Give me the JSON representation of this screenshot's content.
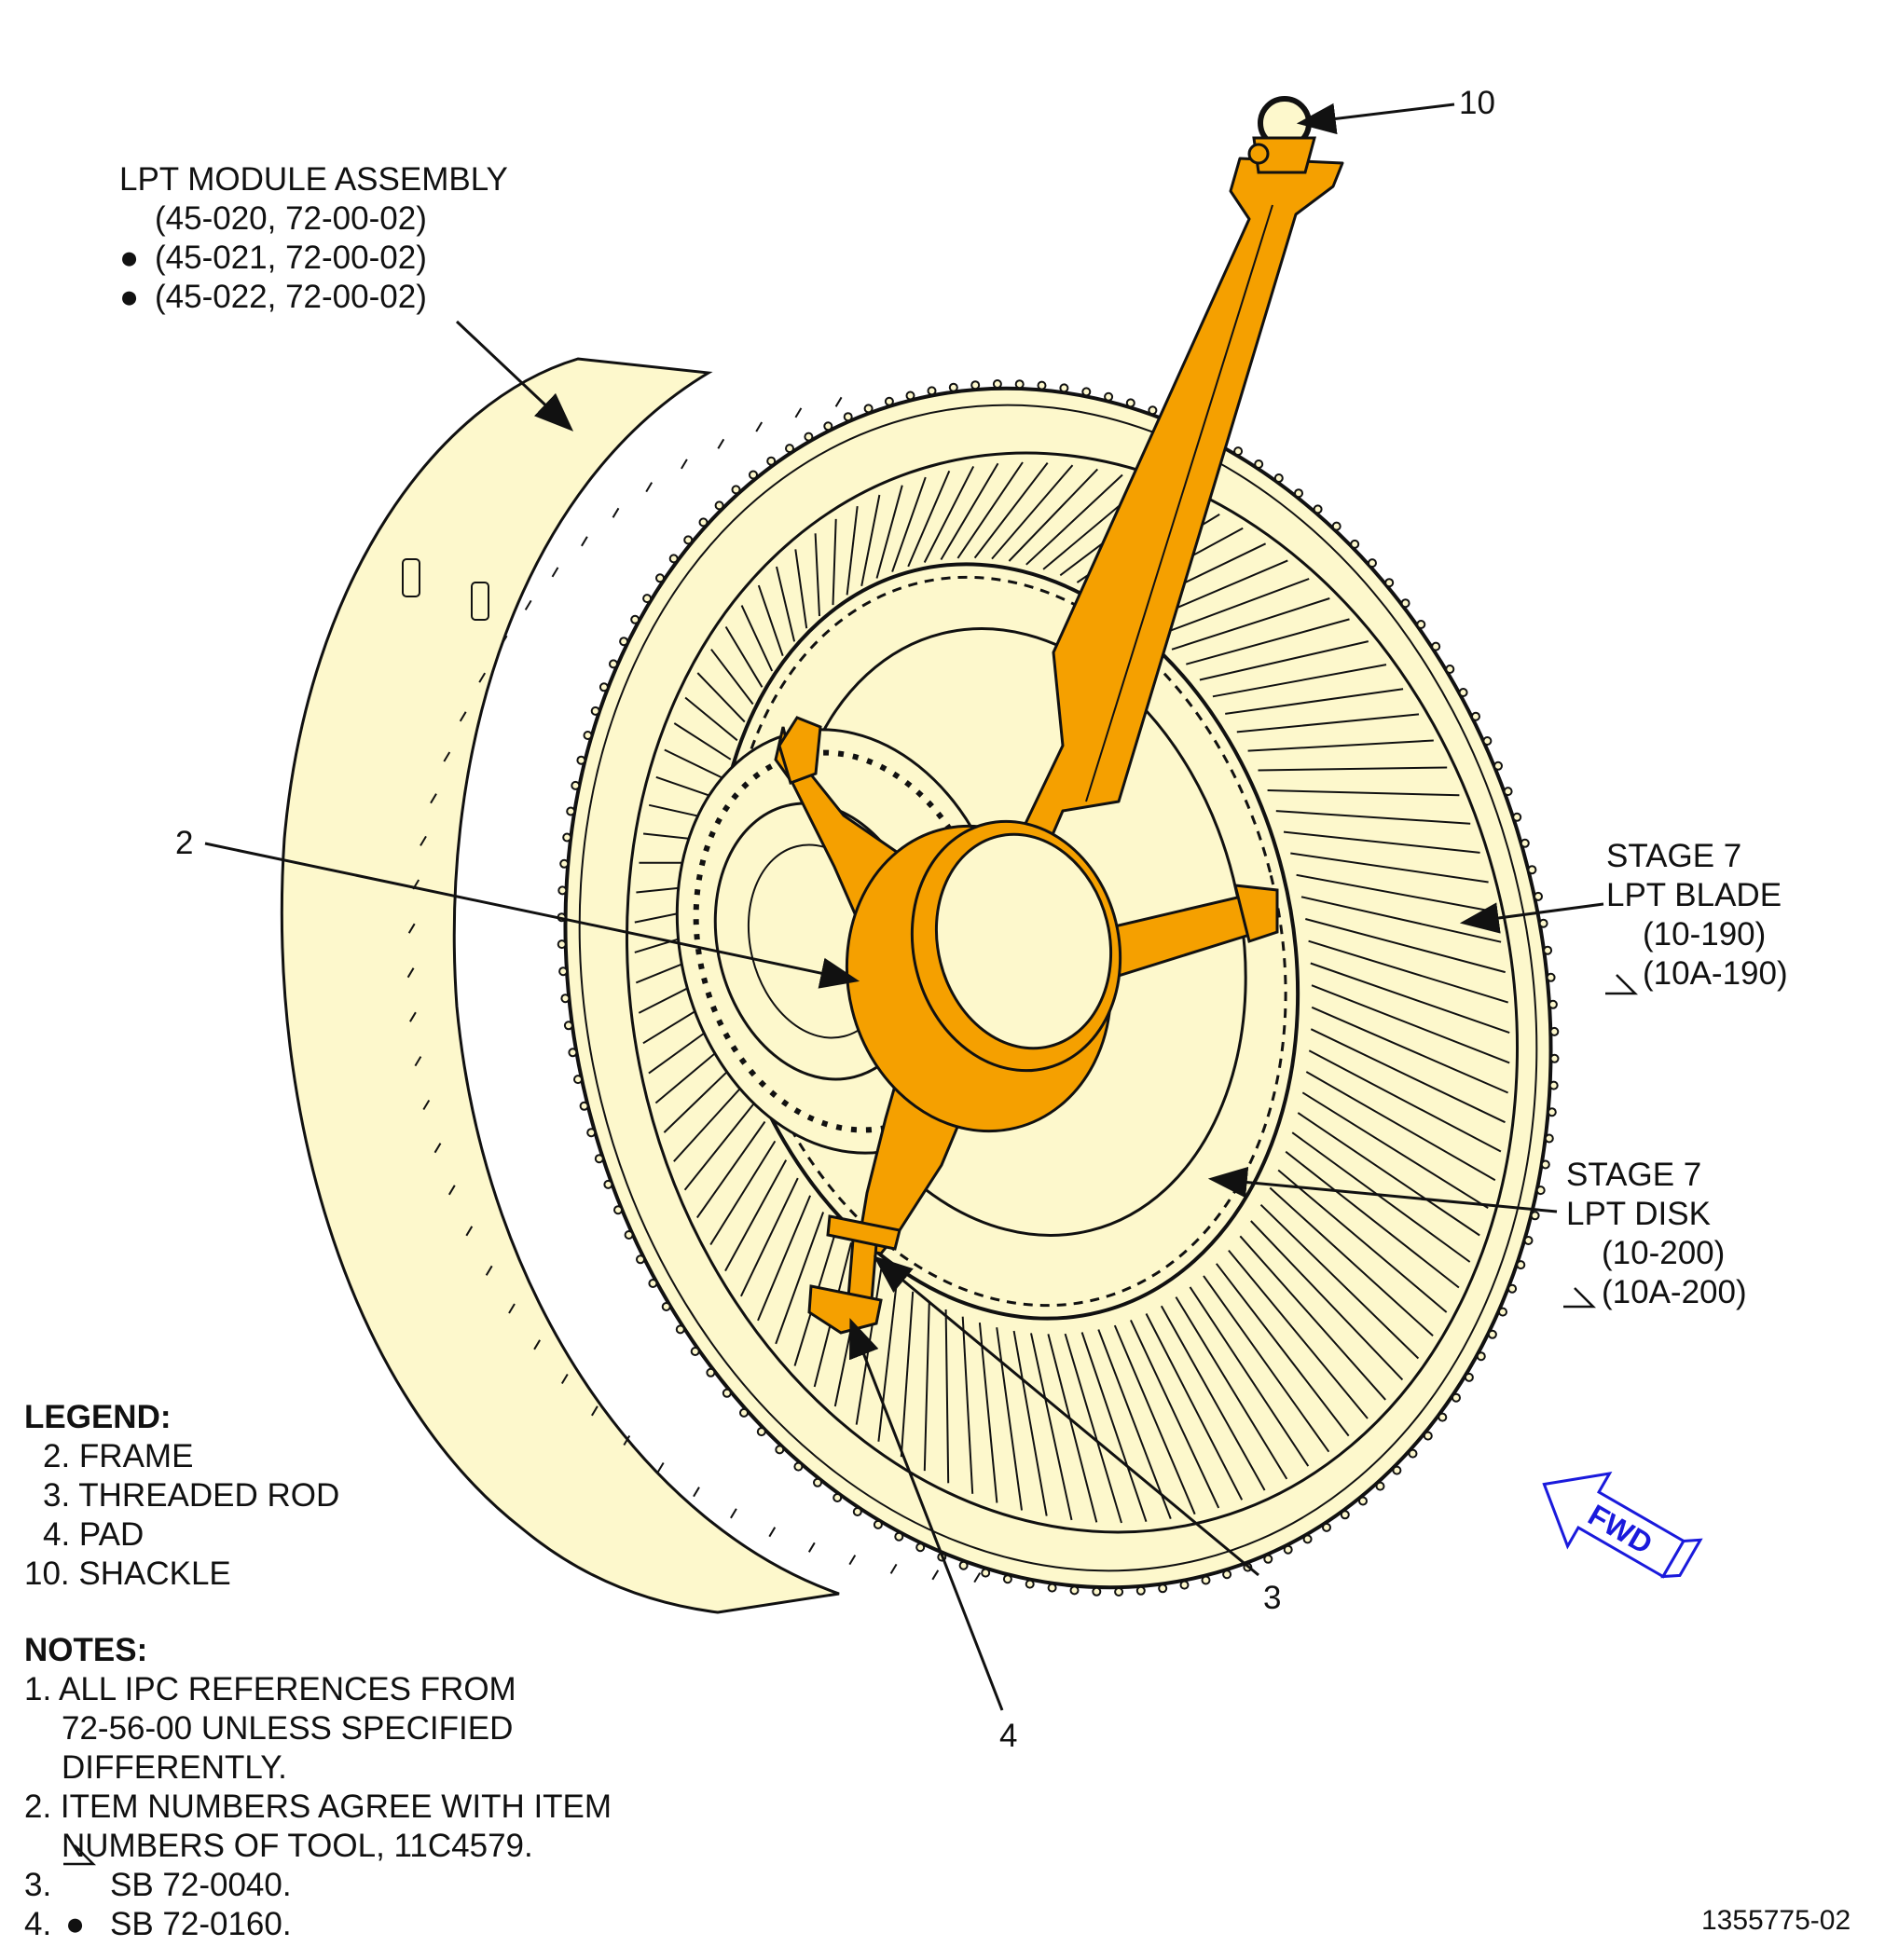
{
  "callouts": {
    "lpt_module": {
      "title": "LPT MODULE ASSEMBLY",
      "ref1": "(45-020, 72-00-02)",
      "ref2": "(45-021, 72-00-02)",
      "ref3": "(45-022, 72-00-02)",
      "marker": "●"
    },
    "stage7_blade": {
      "line1": "STAGE 7",
      "line2": "LPT BLADE",
      "ref1": "(10-190)",
      "ref2": "(10A-190)"
    },
    "stage7_disk": {
      "line1": "STAGE 7",
      "line2": "LPT DISK",
      "ref1": "(10-200)",
      "ref2": "(10A-200)"
    },
    "item_2": "2",
    "item_3": "3",
    "item_4": "4",
    "item_10": "10"
  },
  "legend": {
    "title": "LEGEND:",
    "items": [
      "2. FRAME",
      "3. THREADED ROD",
      "4. PAD",
      "10. SHACKLE"
    ]
  },
  "notes": {
    "title": "NOTES:",
    "lines": [
      "1. ALL IPC REFERENCES FROM",
      "72-56-00 UNLESS SPECIFIED",
      "DIFFERENTLY.",
      "2. ITEM NUMBERS AGREE WITH ITEM",
      "NUMBERS OF TOOL, 11C4579.",
      "3.",
      "SB 72-0040.",
      "4.",
      "SB 72-0160."
    ]
  },
  "fwd_label": "FWD",
  "figure_id": "1355775-02",
  "colors": {
    "module_fill": "#fdf8cc",
    "tool_fill": "#f5a000",
    "line": "#111111",
    "fwd": "#1a1adc"
  }
}
